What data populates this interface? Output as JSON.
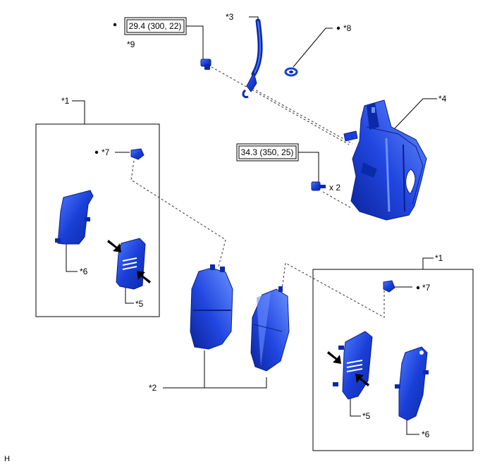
{
  "callouts": {
    "c1_left": "*1",
    "c1_right": "*1",
    "c2": "*2",
    "c3": "*3",
    "c4": "*4",
    "c5_left": "*5",
    "c5_right": "*5",
    "c6_left": "*6",
    "c6_right": "*6",
    "c7_left": "*7",
    "c7_right": "*7",
    "c8": "*8",
    "c9": "*9"
  },
  "torque": {
    "bleeder": "29.4 (300, 22)",
    "caliper_bolt": "34.3 (350, 25)"
  },
  "quantity": "x 2",
  "corner_label": "H",
  "colors": {
    "part_fill": "#1a3fd8",
    "part_dark": "#0c2aa8",
    "part_light": "#4f7cff",
    "line": "#000000"
  },
  "icons": {
    "bullet": "bullet-dot-icon",
    "arrow": "installation-direction-arrow-icon"
  }
}
